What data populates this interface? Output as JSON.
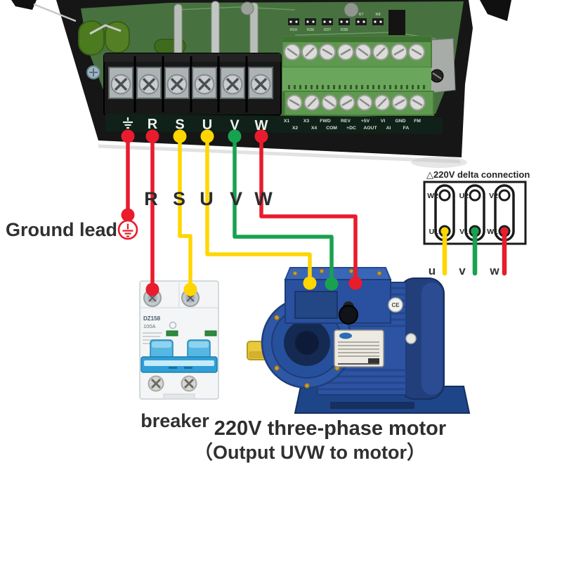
{
  "colors": {
    "wire_red": "#e81c2c",
    "wire_yellow": "#ffd600",
    "wire_green": "#17a24f",
    "case_black": "#161616",
    "pcb_green": "#47713f",
    "terminal_block_green": "#5f994f",
    "motor_blue": "#2e57a6",
    "breaker_toggle_blue": "#2f9fd8"
  },
  "vfd": {
    "power_terminals": [
      "R",
      "S",
      "U",
      "V",
      "W"
    ],
    "control_labels_row1": [
      "X1",
      "X3",
      "FWD",
      "REV",
      "+5V",
      "VI",
      "GND",
      "FM"
    ],
    "control_labels_row2": [
      "X2",
      "X4",
      "COM",
      "+DC",
      "AOUT",
      "AI",
      "FA"
    ],
    "pcb_ref_labels": [
      "R10",
      "R36",
      "R37",
      "R38",
      "R7",
      "R8"
    ]
  },
  "ground": {
    "label": "Ground lead"
  },
  "breaker": {
    "caption": "breaker",
    "model": "DZ158",
    "rating": "100A"
  },
  "motor": {
    "caption_line1": "220V three-phase motor",
    "caption_line2": "（Output UVW to motor）",
    "badge": "CE"
  },
  "delta": {
    "title": "△220V delta connection",
    "top_terminals": [
      "W2",
      "U2",
      "V2"
    ],
    "bottom_terminals": [
      "U1",
      "V1",
      "W1"
    ],
    "wire_labels": [
      "u",
      "v",
      "w"
    ]
  }
}
